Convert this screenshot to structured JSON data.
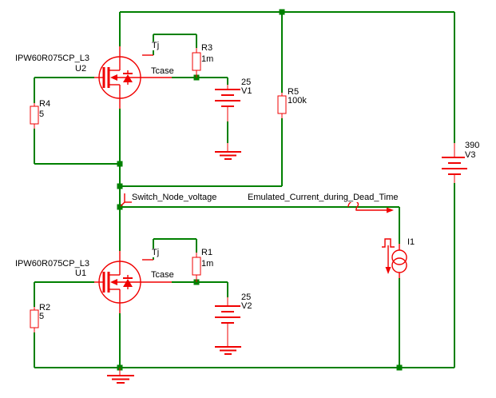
{
  "editor": {
    "canvas_kind": "schematic",
    "wire_color": "#008000",
    "symbol_color": "#f00000",
    "text_color": "#000000",
    "background": "#ffffff"
  },
  "components": {
    "u2": {
      "ref": "U2",
      "part": "IPW60R075CP_L3",
      "pin_tj": "Tj",
      "pin_tcase": "Tcase"
    },
    "u1": {
      "ref": "U1",
      "part": "IPW60R075CP_L3",
      "pin_tj": "Tj",
      "pin_tcase": "Tcase"
    },
    "r1": {
      "ref": "R1",
      "value": "1m"
    },
    "r2": {
      "ref": "R2",
      "value": "5"
    },
    "r3": {
      "ref": "R3",
      "value": "1m"
    },
    "r4": {
      "ref": "R4",
      "value": "5"
    },
    "r5": {
      "ref": "R5",
      "value": "100k"
    },
    "v1": {
      "ref": "V1",
      "value": "25"
    },
    "v2": {
      "ref": "V2",
      "value": "25"
    },
    "v3": {
      "ref": "V3",
      "value": "390"
    },
    "i1": {
      "ref": "I1"
    }
  },
  "net_labels": {
    "switch_node": "Switch_Node_voltage",
    "emulated_current": "Emulated_Current_during_Dead_Time"
  }
}
